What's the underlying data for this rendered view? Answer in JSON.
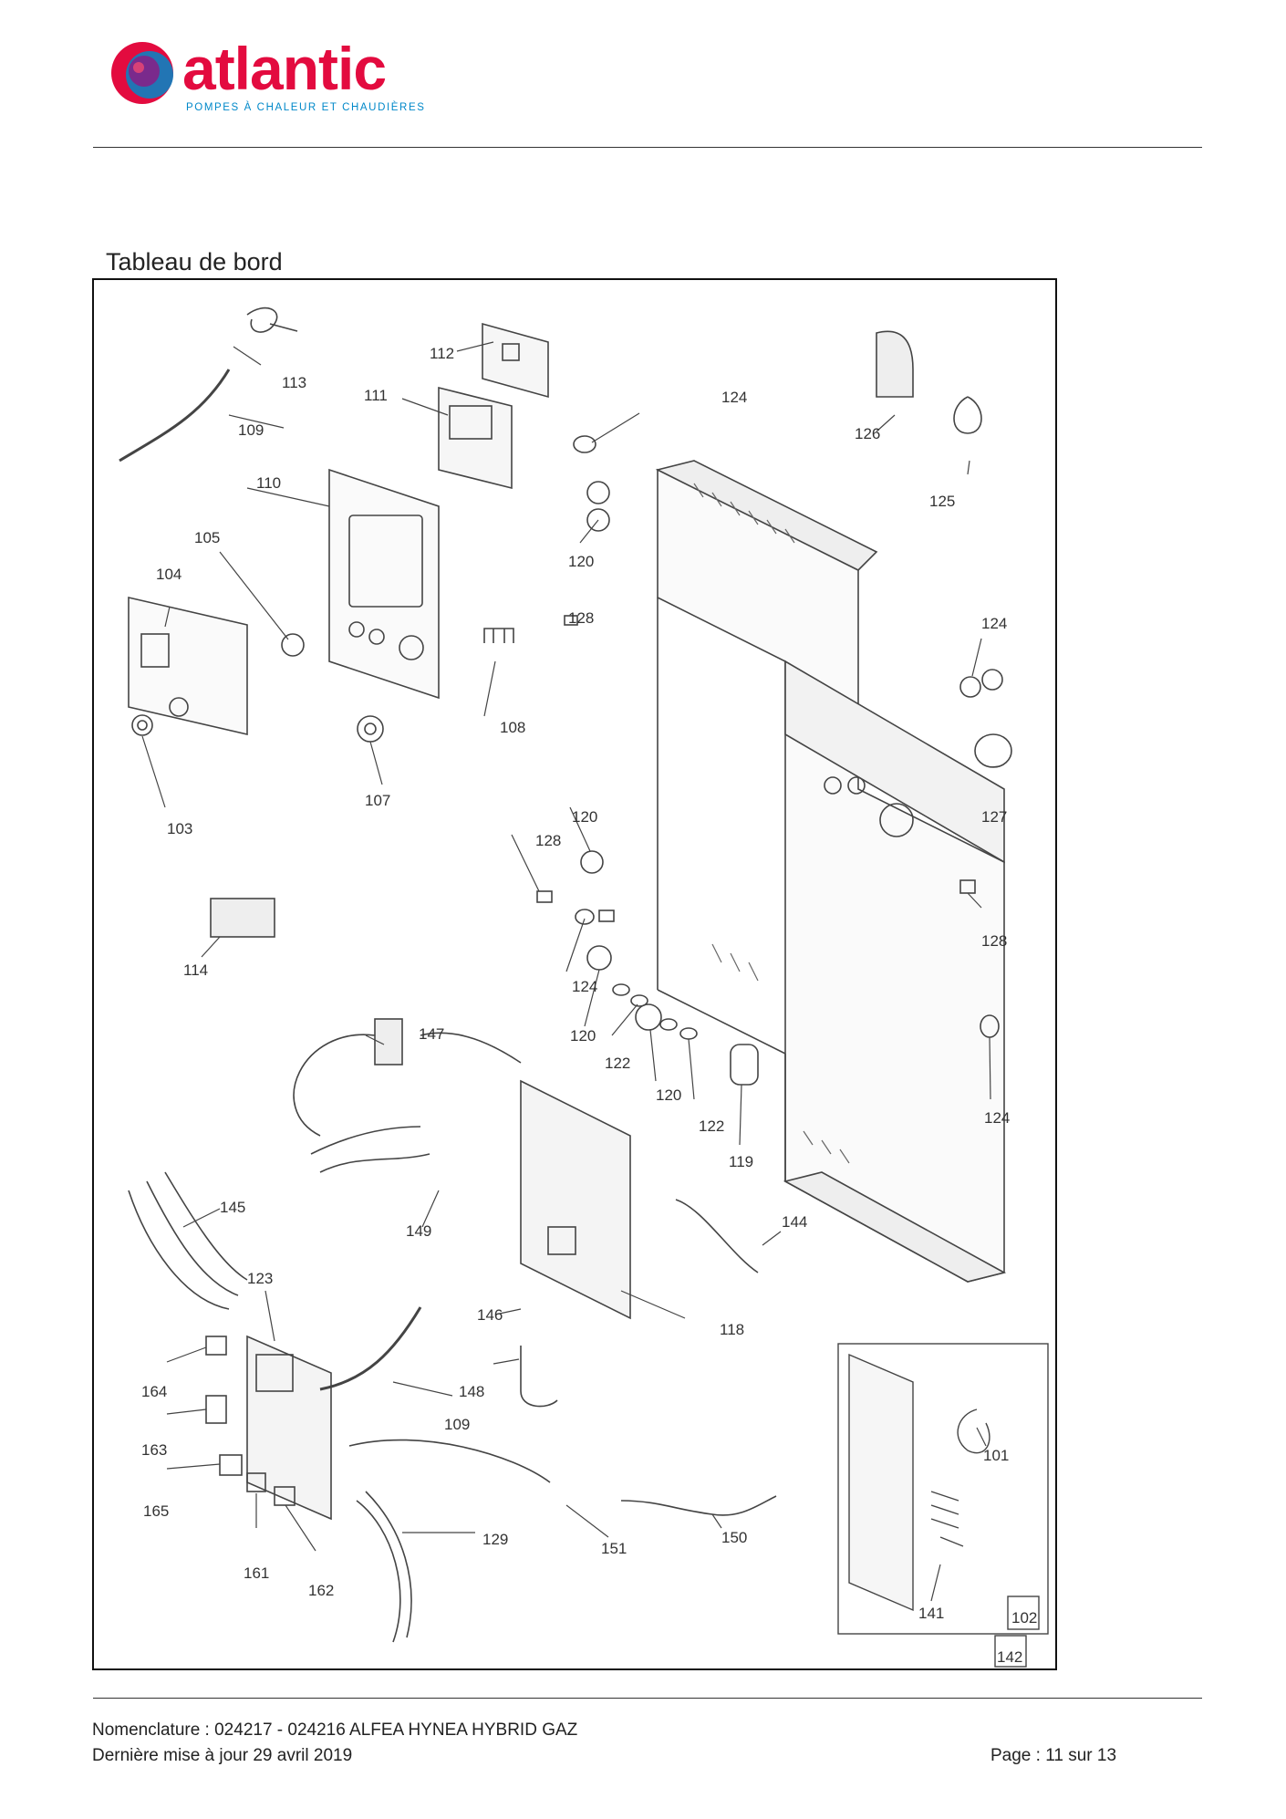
{
  "header": {
    "logo_text": "atlantic",
    "logo_tagline": "POMPES À CHALEUR ET CHAUDIÈRES"
  },
  "section_title": "Tableau de bord",
  "parts": {
    "p113": "113",
    "p112": "112",
    "p111": "111",
    "p109a": "109",
    "p110": "110",
    "p124a": "124",
    "p126": "126",
    "p125": "125",
    "p105": "105",
    "p104": "104",
    "p120a": "120",
    "p128a": "128",
    "p108": "108",
    "p124b": "124",
    "p107": "107",
    "p103": "103",
    "p127": "127",
    "p120b": "120",
    "p128b": "128",
    "p128c": "128",
    "p114": "114",
    "p124c": "124",
    "p147": "147",
    "p120c": "120",
    "p122a": "122",
    "p120d": "120",
    "p122b": "122",
    "p124d": "124",
    "p119": "119",
    "p145": "145",
    "p149": "149",
    "p144": "144",
    "p123": "123",
    "p146": "146",
    "p118": "118",
    "p164": "164",
    "p148": "148",
    "p109b": "109",
    "p101": "101",
    "p163": "163",
    "p165": "165",
    "p129": "129",
    "p151": "151",
    "p150": "150",
    "p161": "161",
    "p162": "162",
    "p141": "141",
    "p102": "102",
    "p142": "142"
  },
  "footer": {
    "nomenclature": "Nomenclature : 024217 - 024216 ALFEA HYNEA HYBRID GAZ",
    "updated": "Dernière mise à jour 29 avril 2019",
    "page": "Page : 11 sur 13"
  },
  "colors": {
    "brand_red": "#e30b3f",
    "brand_blue": "#0088c9",
    "brand_purple": "#7a2a8c"
  }
}
